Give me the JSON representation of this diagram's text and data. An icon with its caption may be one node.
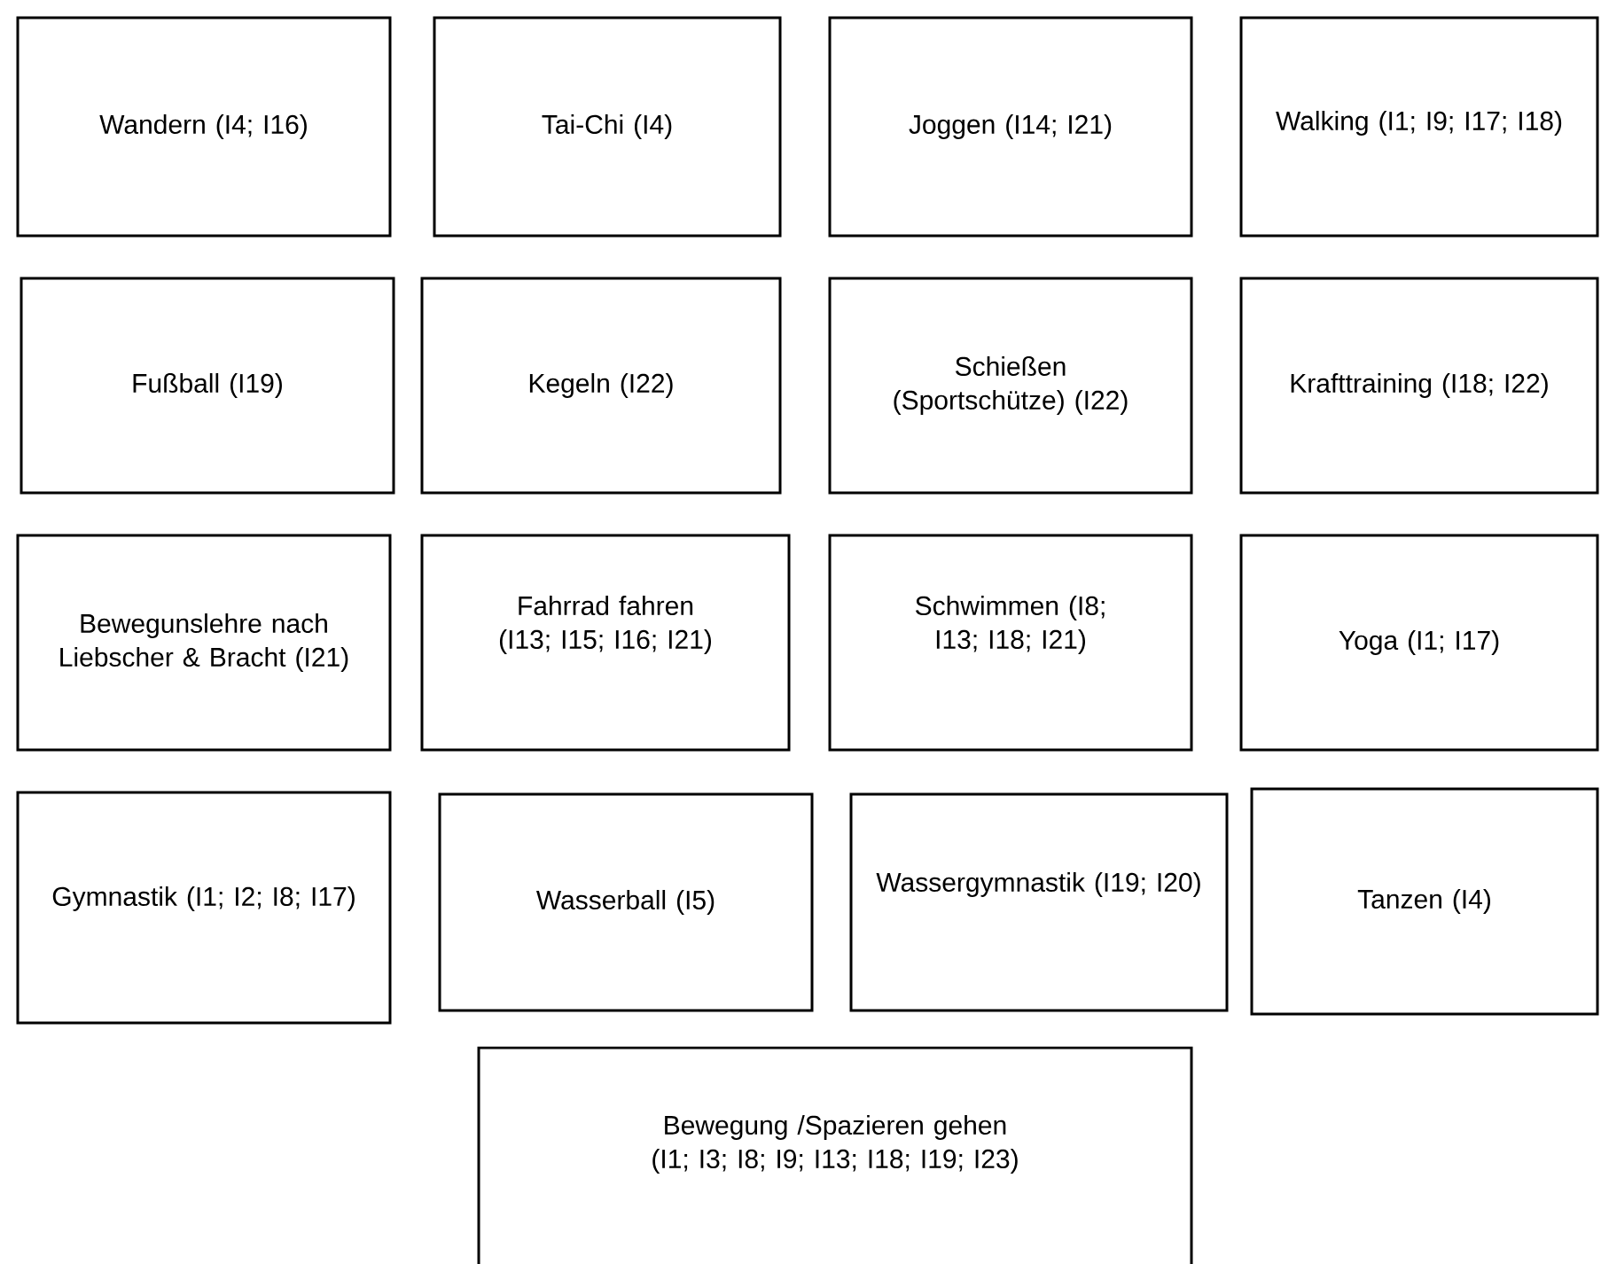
{
  "diagram": {
    "nodes": [
      {
        "text": [
          "Wandern (I4; I16)"
        ]
      },
      {
        "text": [
          "Tai-Chi (I4)"
        ]
      },
      {
        "text": [
          "Joggen (I14; I21)"
        ]
      },
      {
        "text": [
          "Walking (I1; I9; I17; I18)"
        ]
      },
      {
        "text": [
          "Fußball (I19)"
        ]
      },
      {
        "text": [
          "Kegeln (I22)"
        ]
      },
      {
        "text": [
          "Schießen (Sportschütze) (I22)"
        ]
      },
      {
        "text": [
          "Krafttraining (I18; I22)"
        ]
      },
      {
        "text": [
          "Bewegunslehre nach Liebscher & Bracht (I21)"
        ]
      },
      {
        "text": [
          "Fahrrad fahren (I13; I15; I16; I21)"
        ]
      },
      {
        "text": [
          "Schwimmen (I8; I13; I18; I21)"
        ]
      },
      {
        "text": [
          "Yoga (I1; I17)"
        ]
      },
      {
        "text": [
          "Gymnastik (I1; I2; I8; I17)"
        ]
      },
      {
        "text": [
          "Wasserball (I5)"
        ]
      },
      {
        "text": [
          "Wassergymnastik (I19; I20)"
        ]
      },
      {
        "text": [
          "Tanzen (I4)"
        ]
      },
      {
        "text": [
          "Bewegung /Spazieren gehen (I1; I3; I8; I9; I13; I18; I19; I23)"
        ]
      }
    ]
  }
}
